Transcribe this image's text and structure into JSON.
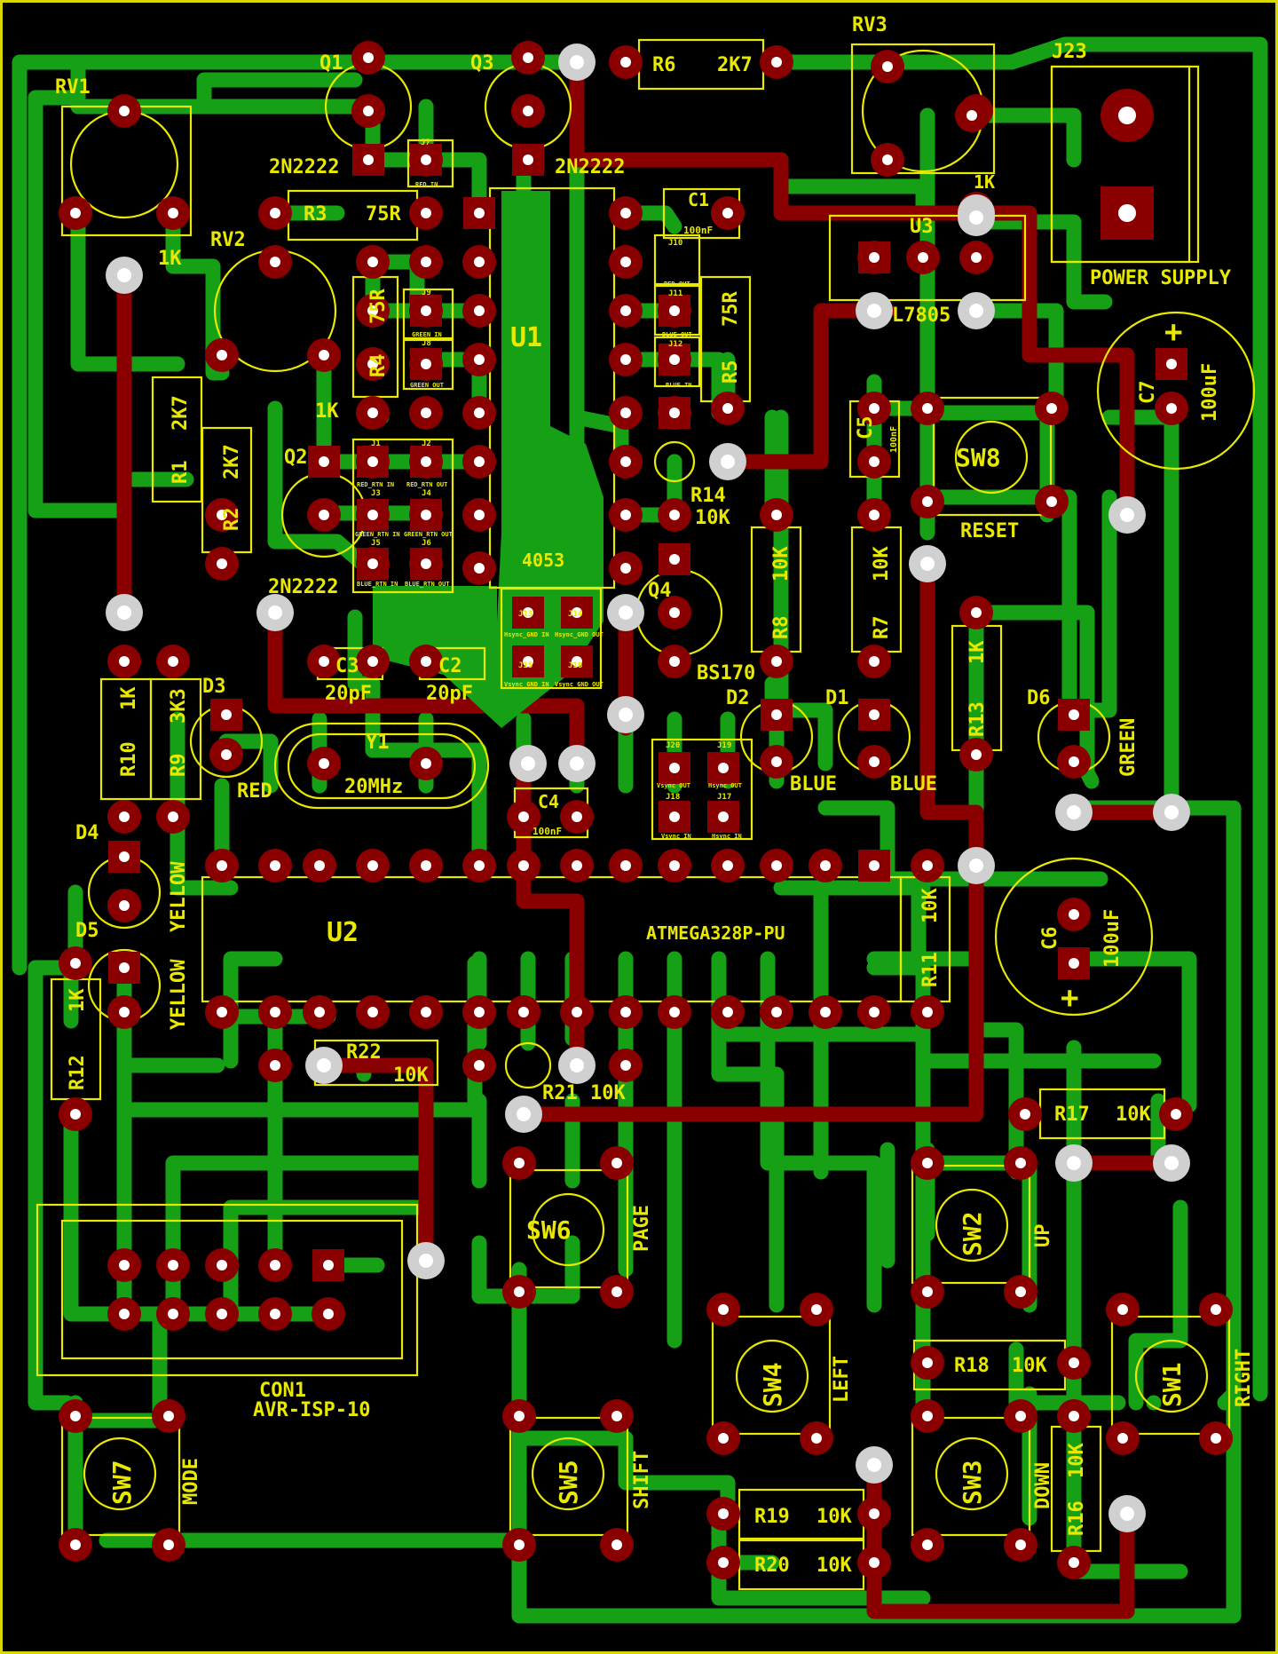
{
  "colors": {
    "background": "#000000",
    "copper_bottom": "#16a016",
    "copper_top": "#8a0000",
    "pad": "#8a0000",
    "drill": "#ffffff",
    "silkscreen": "#e8e800",
    "via": "#d0d0d0"
  },
  "labels": [
    {
      "name": "label-rv1",
      "text": "RV1"
    },
    {
      "name": "label-q1",
      "text": "Q1"
    },
    {
      "name": "label-q3",
      "text": "Q3"
    },
    {
      "name": "label-r6",
      "text": "R6"
    },
    {
      "name": "label-r6-value",
      "text": "2K7"
    },
    {
      "name": "label-rv3",
      "text": "RV3"
    },
    {
      "name": "label-j23",
      "text": "J23"
    },
    {
      "name": "label-q1-type",
      "text": "2N2222"
    },
    {
      "name": "label-q3-type",
      "text": "2N2222"
    },
    {
      "name": "label-j7",
      "text": "J7"
    },
    {
      "name": "label-red-in",
      "text": "RED IN"
    },
    {
      "name": "label-r3",
      "text": "R3"
    },
    {
      "name": "label-r3-value",
      "text": "75R"
    },
    {
      "name": "label-c1",
      "text": "C1"
    },
    {
      "name": "label-c1-value",
      "text": "100nF"
    },
    {
      "name": "label-u3-1k",
      "text": "1K"
    },
    {
      "name": "label-u3",
      "text": "U3"
    },
    {
      "name": "label-rv1-value",
      "text": "1K"
    },
    {
      "name": "label-rv2",
      "text": "RV2"
    },
    {
      "name": "label-r4-value",
      "text": "75R"
    },
    {
      "name": "label-j9",
      "text": "J9"
    },
    {
      "name": "label-green-in",
      "text": "GREEN IN"
    },
    {
      "name": "label-j8",
      "text": "J8"
    },
    {
      "name": "label-green-out",
      "text": "GREEN OUT"
    },
    {
      "name": "label-r4",
      "text": "R4"
    },
    {
      "name": "label-u1",
      "text": "U1"
    },
    {
      "name": "label-j10",
      "text": "J10"
    },
    {
      "name": "label-red-out",
      "text": "RED OUT"
    },
    {
      "name": "label-j11",
      "text": "J11"
    },
    {
      "name": "label-blue-out",
      "text": "BLUE OUT"
    },
    {
      "name": "label-j12",
      "text": "J12"
    },
    {
      "name": "label-blue-in",
      "text": "BLUE IN"
    },
    {
      "name": "label-r5-value",
      "text": "75R"
    },
    {
      "name": "label-r5",
      "text": "R5"
    },
    {
      "name": "label-l7805",
      "text": "L7805"
    },
    {
      "name": "label-power-supply",
      "text": "POWER SUPPLY"
    },
    {
      "name": "label-c7",
      "text": "C7"
    },
    {
      "name": "label-c7-value",
      "text": "100uF"
    },
    {
      "name": "label-r1-value",
      "text": "2K7"
    },
    {
      "name": "label-r1",
      "text": "R1"
    },
    {
      "name": "label-r2-value",
      "text": "2K7"
    },
    {
      "name": "label-r2",
      "text": "R2"
    },
    {
      "name": "label-rv2-value",
      "text": "1K"
    },
    {
      "name": "label-q2",
      "text": "Q2"
    },
    {
      "name": "label-j1",
      "text": "J1"
    },
    {
      "name": "label-red-rtn-in",
      "text": "RED_RTN IN"
    },
    {
      "name": "label-j2",
      "text": "J2"
    },
    {
      "name": "label-red-rtn-out",
      "text": "RED_RTN OUT"
    },
    {
      "name": "label-j3",
      "text": "J3"
    },
    {
      "name": "label-green-rtn-in",
      "text": "GREEN_RTN IN"
    },
    {
      "name": "label-j4",
      "text": "J4"
    },
    {
      "name": "label-green-rtn-out",
      "text": "GREEN_RTN OUT"
    },
    {
      "name": "label-j5",
      "text": "J5"
    },
    {
      "name": "label-blue-rtn-in",
      "text": "BLUE_RTN IN"
    },
    {
      "name": "label-j6",
      "text": "J6"
    },
    {
      "name": "label-blue-rtn-out",
      "text": "BLUE_RTN OUT"
    },
    {
      "name": "label-u1-type",
      "text": "4053"
    },
    {
      "name": "label-c5",
      "text": "C5"
    },
    {
      "name": "label-c5-value",
      "text": "100nF"
    },
    {
      "name": "label-sw8",
      "text": "SW8"
    },
    {
      "name": "label-reset",
      "text": "RESET"
    },
    {
      "name": "label-r14",
      "text": "R14"
    },
    {
      "name": "label-r14-value",
      "text": "10K"
    },
    {
      "name": "label-r8-value",
      "text": "10K"
    },
    {
      "name": "label-r7-value",
      "text": "10K"
    },
    {
      "name": "label-q2-type",
      "text": "2N2222"
    },
    {
      "name": "label-q4",
      "text": "Q4"
    },
    {
      "name": "label-j13",
      "text": "J13"
    },
    {
      "name": "label-hsync-gnd-in",
      "text": "Hsync_GND IN"
    },
    {
      "name": "label-j14",
      "text": "J14"
    },
    {
      "name": "label-hsync-gnd-out",
      "text": "Hsync_GND OUT"
    },
    {
      "name": "label-j15",
      "text": "J15"
    },
    {
      "name": "label-vsync-gnd-in",
      "text": "Vsync_GND IN"
    },
    {
      "name": "label-j16",
      "text": "J16"
    },
    {
      "name": "label-vsync-gnd-out",
      "text": "Vsync_GND OUT"
    },
    {
      "name": "label-r8",
      "text": "R8"
    },
    {
      "name": "label-r7",
      "text": "R7"
    },
    {
      "name": "label-r13-value",
      "text": "1K"
    },
    {
      "name": "label-r13",
      "text": "R13"
    },
    {
      "name": "label-c3",
      "text": "C3"
    },
    {
      "name": "label-c2",
      "text": "C2"
    },
    {
      "name": "label-c3-value",
      "text": "20pF"
    },
    {
      "name": "label-c2-value",
      "text": "20pF"
    },
    {
      "name": "label-q4-type",
      "text": "BS170"
    },
    {
      "name": "label-r10-value",
      "text": "1K"
    },
    {
      "name": "label-r9-value",
      "text": "3K3"
    },
    {
      "name": "label-d3",
      "text": "D3"
    },
    {
      "name": "label-d2",
      "text": "D2"
    },
    {
      "name": "label-d1",
      "text": "D1"
    },
    {
      "name": "label-d6",
      "text": "D6"
    },
    {
      "name": "label-y1",
      "text": "Y1"
    },
    {
      "name": "label-y1-value",
      "text": "20MHz"
    },
    {
      "name": "label-green",
      "text": "GREEN"
    },
    {
      "name": "label-r10",
      "text": "R10"
    },
    {
      "name": "label-r9",
      "text": "R9"
    },
    {
      "name": "label-red",
      "text": "RED"
    },
    {
      "name": "label-c4",
      "text": "C4"
    },
    {
      "name": "label-c4-value",
      "text": "100nF"
    },
    {
      "name": "label-j20",
      "text": "J20"
    },
    {
      "name": "label-vsync-out",
      "text": "Vsync OUT"
    },
    {
      "name": "label-j19",
      "text": "J19"
    },
    {
      "name": "label-hsync-out",
      "text": "Hsync OUT"
    },
    {
      "name": "label-j18",
      "text": "J18"
    },
    {
      "name": "label-vsync-in",
      "text": "Vsync IN"
    },
    {
      "name": "label-j17",
      "text": "J17"
    },
    {
      "name": "label-hsync-in",
      "text": "Hsync IN"
    },
    {
      "name": "label-blue-d2",
      "text": "BLUE"
    },
    {
      "name": "label-blue-d1",
      "text": "BLUE"
    },
    {
      "name": "label-d4",
      "text": "D4"
    },
    {
      "name": "label-yellow-d4",
      "text": "YELLOW"
    },
    {
      "name": "label-u2",
      "text": "U2"
    },
    {
      "name": "label-atmega",
      "text": "ATMEGA328P-PU"
    },
    {
      "name": "label-r11-value",
      "text": "10K"
    },
    {
      "name": "label-r11",
      "text": "R11"
    },
    {
      "name": "label-c6",
      "text": "C6"
    },
    {
      "name": "label-c6-value",
      "text": "100uF"
    },
    {
      "name": "label-d5",
      "text": "D5"
    },
    {
      "name": "label-yellow-d5",
      "text": "YELLOW"
    },
    {
      "name": "label-r12-value",
      "text": "1K"
    },
    {
      "name": "label-r12",
      "text": "R12"
    },
    {
      "name": "label-r22",
      "text": "R22"
    },
    {
      "name": "label-r22-value",
      "text": "10K"
    },
    {
      "name": "label-r21",
      "text": "R21"
    },
    {
      "name": "label-r21-value",
      "text": "10K"
    },
    {
      "name": "label-r17",
      "text": "R17"
    },
    {
      "name": "label-r17-value",
      "text": "10K"
    },
    {
      "name": "label-sw6",
      "text": "SW6"
    },
    {
      "name": "label-page",
      "text": "PAGE"
    },
    {
      "name": "label-sw2",
      "text": "SW2"
    },
    {
      "name": "label-up",
      "text": "UP"
    },
    {
      "name": "label-sw4",
      "text": "SW4"
    },
    {
      "name": "label-left",
      "text": "LEFT"
    },
    {
      "name": "label-r18",
      "text": "R18"
    },
    {
      "name": "label-r18-value",
      "text": "10K"
    },
    {
      "name": "label-sw1",
      "text": "SW1"
    },
    {
      "name": "label-right",
      "text": "RIGHT"
    },
    {
      "name": "label-con1",
      "text": "CON1"
    },
    {
      "name": "label-avr-isp",
      "text": "AVR-ISP-10"
    },
    {
      "name": "label-sw7",
      "text": "SW7"
    },
    {
      "name": "label-mode",
      "text": "MODE"
    },
    {
      "name": "label-sw5",
      "text": "SW5"
    },
    {
      "name": "label-shift",
      "text": "SHIFT"
    },
    {
      "name": "label-sw3",
      "text": "SW3"
    },
    {
      "name": "label-down",
      "text": "DOWN"
    },
    {
      "name": "label-r16-value",
      "text": "10K"
    },
    {
      "name": "label-r16",
      "text": "R16"
    },
    {
      "name": "label-r19",
      "text": "R19"
    },
    {
      "name": "label-r19-value",
      "text": "10K"
    },
    {
      "name": "label-r20",
      "text": "R20"
    },
    {
      "name": "label-r20-value",
      "text": "10K"
    },
    {
      "name": "label-c7-plus",
      "text": "+"
    },
    {
      "name": "label-c6-plus",
      "text": "+"
    }
  ]
}
